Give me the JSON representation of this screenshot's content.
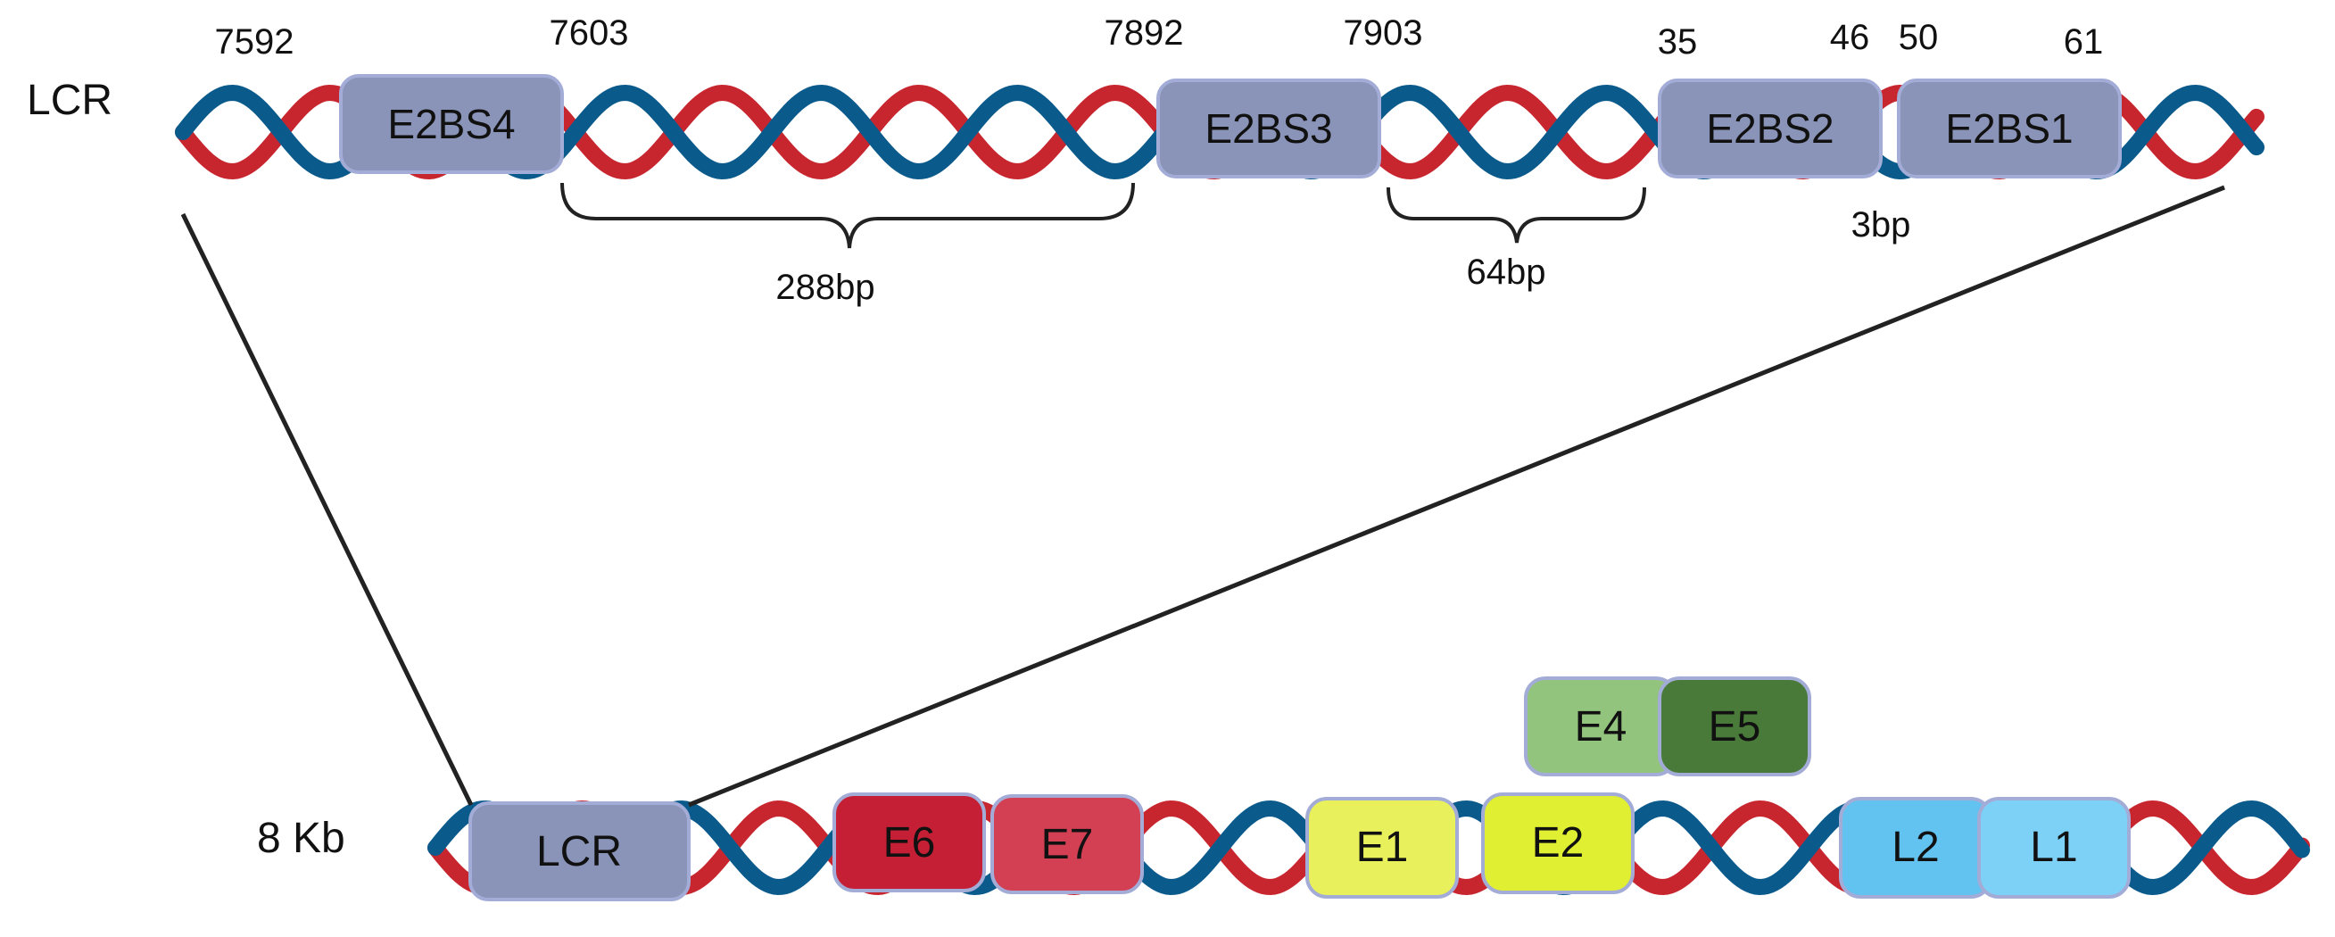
{
  "labels": {
    "lcr_row": "LCR",
    "genome_row": "8 Kb"
  },
  "positions": [
    "7592",
    "7603",
    "7892",
    "7903",
    "35",
    "46",
    "50",
    "61"
  ],
  "distances": [
    "288bp",
    "64bp",
    "3bp"
  ],
  "binding_sites": [
    "E2BS4",
    "E2BS3",
    "E2BS2",
    "E2BS1"
  ],
  "genes": [
    "LCR",
    "E6",
    "E7",
    "E1",
    "E2",
    "E4",
    "E5",
    "L2",
    "L1"
  ],
  "colors": {
    "strand_red": "#c8262f",
    "strand_blue": "#0b5a8c",
    "lcr_box": "#8a94b8",
    "box_border": "#a3acd6",
    "e6": "#c41f35",
    "e7": "#d33f53",
    "e1": "#e8f15c",
    "e2": "#e0ef31",
    "e4": "#93c47d",
    "e5": "#4a7a39",
    "l2": "#62c2f0",
    "l1": "#7dd1f7"
  }
}
